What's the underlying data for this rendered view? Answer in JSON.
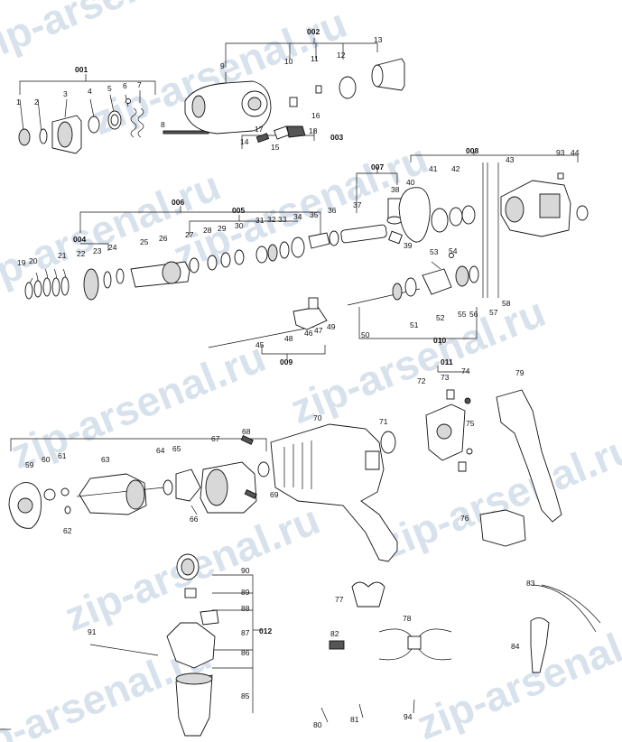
{
  "watermark": "zip-arsenal.ru",
  "group_labels": [
    "001",
    "002",
    "003",
    "004",
    "005",
    "006",
    "007",
    "008",
    "009",
    "010",
    "011",
    "012"
  ],
  "part_labels": [
    "1",
    "2",
    "3",
    "4",
    "5",
    "6",
    "7",
    "8",
    "9",
    "10",
    "11",
    "12",
    "13",
    "14",
    "15",
    "16",
    "17",
    "18",
    "19",
    "20",
    "21",
    "22",
    "23",
    "24",
    "25",
    "26",
    "27",
    "28",
    "29",
    "30",
    "31",
    "32",
    "33",
    "34",
    "35",
    "36",
    "37",
    "38",
    "39",
    "40",
    "41",
    "42",
    "43",
    "44",
    "45",
    "46",
    "47",
    "48",
    "49",
    "50",
    "51",
    "52",
    "53",
    "54",
    "55",
    "56",
    "57",
    "58",
    "59",
    "60",
    "61",
    "62",
    "63",
    "64",
    "65",
    "66",
    "67",
    "68",
    "69",
    "70",
    "71",
    "72",
    "73",
    "74",
    "75",
    "76",
    "77",
    "78",
    "79",
    "80",
    "81",
    "82",
    "83",
    "84",
    "85",
    "86",
    "87",
    "88",
    "89",
    "90",
    "91",
    "93",
    "94"
  ]
}
